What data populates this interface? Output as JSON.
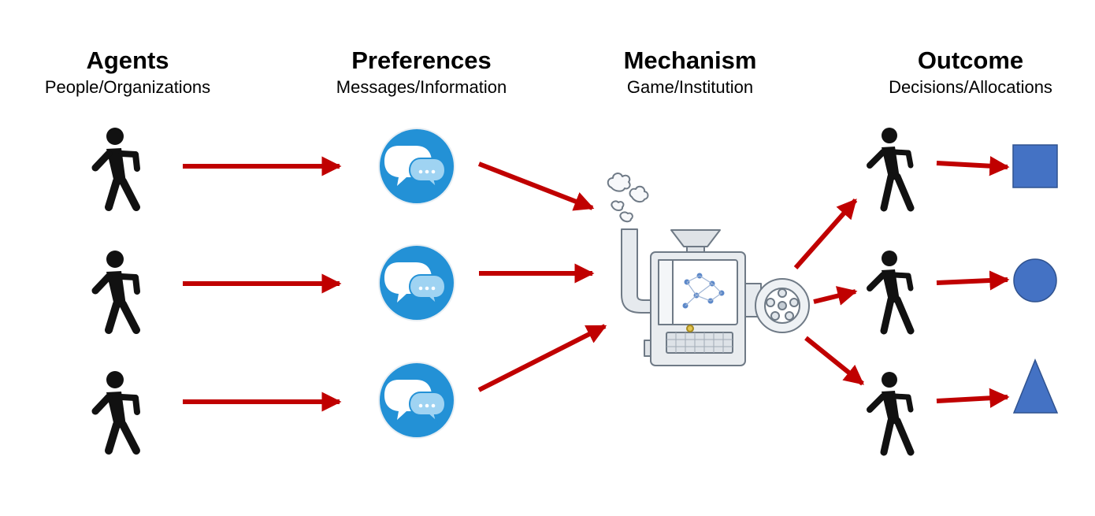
{
  "columns": [
    {
      "title": "Agents",
      "subtitle": "People/Organizations"
    },
    {
      "title": "Preferences",
      "subtitle": "Messages/Information"
    },
    {
      "title": "Mechanism",
      "subtitle": "Game/Institution"
    },
    {
      "title": "Outcome",
      "subtitle": "Decisions/Allocations"
    }
  ],
  "icons": {
    "agent": "walking-person-icon",
    "message": "chat-bubble-icon",
    "mechanism": "machine-icon",
    "outcome_shapes": [
      "square-shape",
      "circle-shape",
      "triangle-shape"
    ]
  },
  "colors": {
    "arrow": "#c00000",
    "bubble": "#2391d6",
    "shape_fill": "#4472c4",
    "figure": "#111111"
  }
}
